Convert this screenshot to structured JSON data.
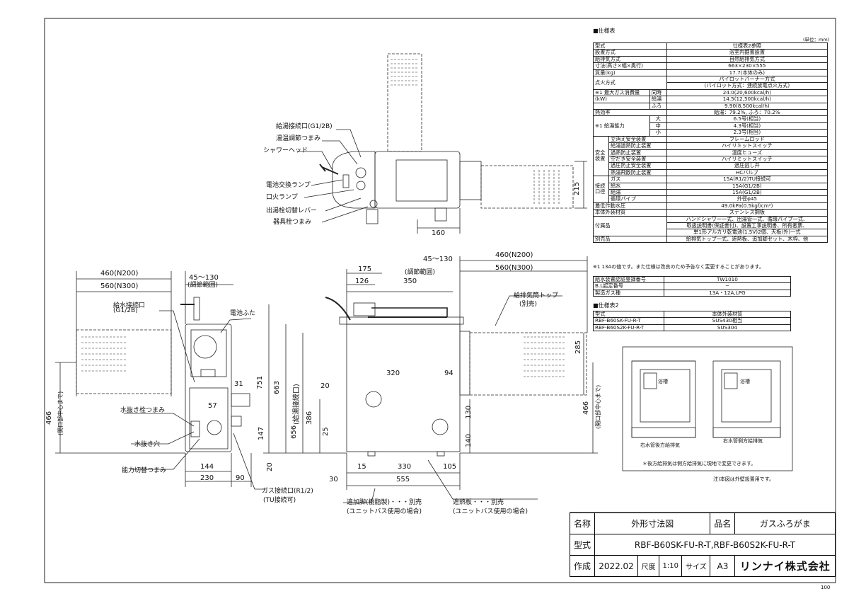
{
  "spec_title": "■仕様表",
  "unit": "(単位：mm)",
  "spec_rows": [
    [
      "型式",
      "仕様表2参照"
    ],
    [
      "設置方式",
      "浴室内据置設置"
    ],
    [
      "給排気方式",
      "自然給排気方式"
    ],
    [
      "寸法(高さ×幅×奥行)",
      "663×230×555"
    ],
    [
      "質量(kg)",
      "17.7(本体のみ)"
    ],
    [
      "点火方式",
      "パイロットバーナー方式"
    ],
    [
      "",
      "(パイロット方式：連続放電点火方式)"
    ]
  ],
  "gas_label": "※1 最大ガス消費量",
  "gas_unit": "(kW)",
  "gas_rows": [
    [
      "同時",
      "24.0(20,600kcal/h)"
    ],
    [
      "給湯",
      "14.5(12,500kcal/h)"
    ],
    [
      "ふろ",
      "9.90(8,500kcal/h)"
    ]
  ],
  "efficiency": [
    "熱効率",
    "給湯：79.2%, ふろ：70.2%"
  ],
  "hot_label": "※1 給湯能力",
  "hot_rows": [
    [
      "大",
      "6.5号(相当)"
    ],
    [
      "中",
      "4.3号(相当)"
    ],
    [
      "小",
      "2.3号(相当)"
    ]
  ],
  "safety_label": "安全装置",
  "safety_rows": [
    [
      "立消え安全装置",
      "フレームロッド"
    ],
    [
      "給湯過熱防止装置",
      "ハイリミットスイッチ"
    ],
    [
      "過熱防止装置",
      "温度ヒューズ"
    ],
    [
      "空だき安全装置",
      "ハイリミットスイッチ"
    ],
    [
      "過圧防止安全装置",
      "過圧逃し弁"
    ],
    [
      "熱湯飛散防止装置",
      "HCバルブ"
    ]
  ],
  "pipe_label": "接続口径",
  "pipe_rows": [
    [
      "ガス",
      "15A(R1/2)TU接続可"
    ],
    [
      "給水",
      "15A(G1/2B)"
    ],
    [
      "給湯",
      "15A(G1/2B)"
    ],
    [
      "循環パイプ",
      "外径φ45"
    ]
  ],
  "pressure": [
    "最低作動水圧",
    "49.0kPa(0.5kgf/cm²)"
  ],
  "exterior": [
    "本体外装材質",
    "ステンレス鋼板"
  ],
  "accessories_label": "付属品",
  "accessories": [
    "ハンドシャワー一式、出湯管一式、循環パイプ一式、",
    "取扱説明書(保証書付)、設置工事説明書、所有者票、",
    "単1形アルカリ乾電池(1.5V)2個、天板(外)一式"
  ],
  "separate": [
    "別売品",
    "給排気トップ一式、遮熱板、追加脚セット、木枠、他"
  ],
  "note1": "※1 13Aの値です。また仕様は改良のため予告なく変更することがあります。",
  "cert_rows": [
    [
      "給水装置認証登録番号",
      "TW1010"
    ],
    [
      "B.L認定番号",
      "−"
    ],
    [
      "製造ガス種",
      "13A・12A,LPG"
    ]
  ],
  "spec2_title": "■仕様表2",
  "spec2_header": [
    "型式",
    "本体外装材質"
  ],
  "spec2_rows": [
    [
      "RBF-B60SK-FU-R-T",
      "SUS430相当"
    ],
    [
      "RBF-B60S2K-FU-R-T",
      "SUS304"
    ]
  ],
  "inset_bath": "浴槽",
  "inset_rear": "右水管後方給排気",
  "inset_side": "右水管側方給排気",
  "inset_note": "＊後方給排気は側方給排気に現地で変更できます。",
  "note2": "注)本図は外壁設置用です。",
  "title_block": {
    "name_label": "名称",
    "name_value": "外形寸法図",
    "product_label": "品名",
    "product_value": "ガスふろがま",
    "model_label": "型式",
    "model_value": "RBF-B60SK-FU-R-T,RBF-B60S2K-FU-R-T",
    "made_label": "作成",
    "made_value": "2022.02",
    "scale_label": "尺度",
    "scale_value": "1:10",
    "size_label": "サイズ",
    "size_value": "A3",
    "company": "リンナイ株式会社"
  },
  "corner": "100",
  "labels": {
    "hot_outlet": "給湯接続口(G1/2B)",
    "temp_knob": "湯温調節つまみ",
    "shower_head": "シャワーヘッド",
    "battery_lamp": "電池交換ランプ",
    "fire_lamp": "口火ランプ",
    "tap_lever": "出湯栓切替レバー",
    "burner_knob": "器具栓つまみ",
    "water_inlet": "給水接続口",
    "water_inlet_spec": "(G1/2B)",
    "battery_cover": "電池ふた",
    "drain_knob": "水抜き栓つまみ",
    "drain_hole": "水抜き穴",
    "power_knob": "能力切替つまみ",
    "gas_inlet": "ガス接続口(R1/2)",
    "gas_tu": "(TU接続可)",
    "exhaust_top": "給排気筒トップ",
    "exhaust_sep": "(別売)",
    "legs": "追加脚(樹脂製)・・・別売",
    "legs_note": "(ユニットバス使用の場合)",
    "shield": "遮熱板・・・別売",
    "shield_note": "(ユニットバス使用の場合)",
    "adjust": "(調節範囲)",
    "opening": "(開口部中心まで)",
    "hot_outlet_dim": "(給湯接続口)"
  },
  "dims": {
    "d45_130": "45〜130",
    "d460": "460(N200)",
    "d560": "560(N300)",
    "d175": "175",
    "d126": "126",
    "d350": "350",
    "d320": "320",
    "d94": "94",
    "d20": "20",
    "d31": "31",
    "d57": "57",
    "d144": "144",
    "d230": "230",
    "d90": "90",
    "d15": "15",
    "d330": "330",
    "d105": "105",
    "d30": "30",
    "d555": "555",
    "d160": "160",
    "d215": "215",
    "d285": "285",
    "d751": "751",
    "d663": "663",
    "d656": "656",
    "d386": "386",
    "d25": "25",
    "d147": "147",
    "d130": "130",
    "d140": "140",
    "d466": "466"
  }
}
